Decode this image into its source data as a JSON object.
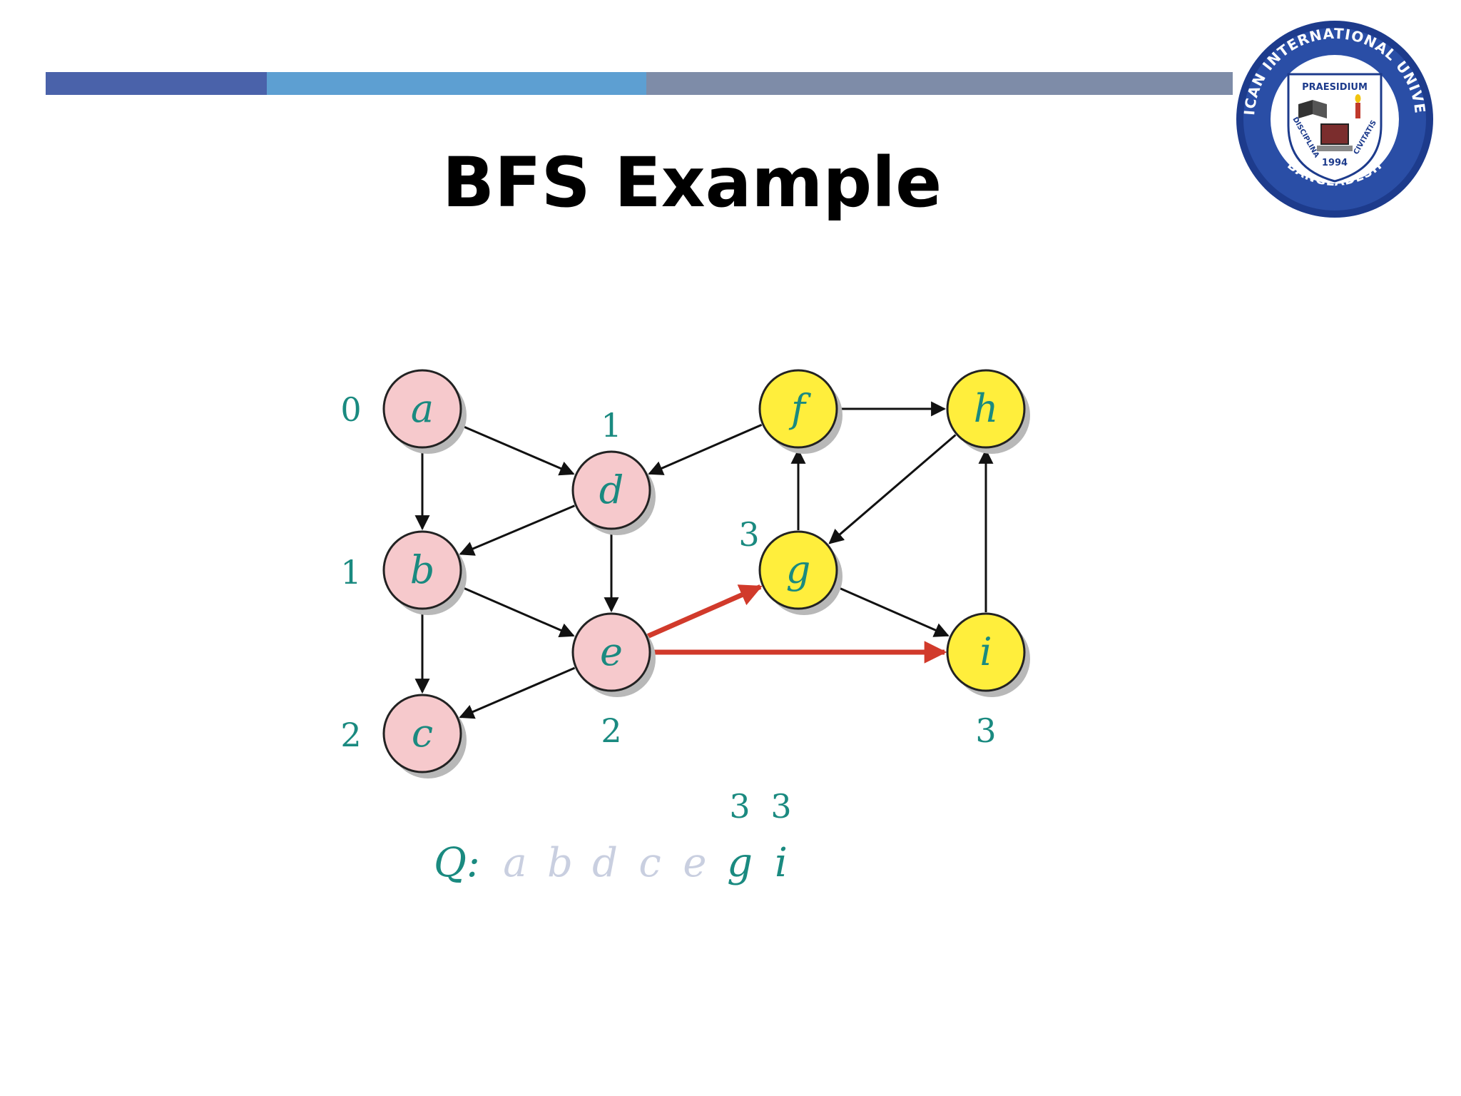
{
  "slide": {
    "title": "BFS Example"
  },
  "colors": {
    "visited_node": "#f6c9cc",
    "frontier_node": "#ffee3c",
    "label_teal": "#1a8a80",
    "highlight_edge": "#d13a2b",
    "edge": "#111111",
    "bar_1": "#4a62aa",
    "bar_2": "#5d9fd2",
    "bar_3": "#7e8ca8"
  },
  "logo": {
    "ring_text_top": "AMERICAN INTERNATIONAL UNIVERSITY",
    "ring_text_bottom": "BANGLADESH",
    "motto_top": "PRAESIDIUM",
    "motto_left": "DISCIPLINA",
    "motto_right": "CIVITATIS",
    "year": "1994"
  },
  "graph": {
    "nodes": [
      {
        "id": "a",
        "label": "a",
        "state": "visited",
        "distance": "0"
      },
      {
        "id": "b",
        "label": "b",
        "state": "visited",
        "distance": "1"
      },
      {
        "id": "c",
        "label": "c",
        "state": "visited",
        "distance": "2"
      },
      {
        "id": "d",
        "label": "d",
        "state": "visited",
        "distance": "1"
      },
      {
        "id": "e",
        "label": "e",
        "state": "visited",
        "distance": "2"
      },
      {
        "id": "f",
        "label": "f",
        "state": "frontier",
        "distance": ""
      },
      {
        "id": "g",
        "label": "g",
        "state": "frontier",
        "distance": "3"
      },
      {
        "id": "h",
        "label": "h",
        "state": "frontier",
        "distance": ""
      },
      {
        "id": "i",
        "label": "i",
        "state": "frontier",
        "distance": "3"
      }
    ],
    "edges": [
      {
        "from": "a",
        "to": "d",
        "highlight": false
      },
      {
        "from": "a",
        "to": "b",
        "highlight": false
      },
      {
        "from": "f",
        "to": "d",
        "highlight": false
      },
      {
        "from": "f",
        "to": "h",
        "highlight": false
      },
      {
        "from": "d",
        "to": "b",
        "highlight": false
      },
      {
        "from": "d",
        "to": "e",
        "highlight": false
      },
      {
        "from": "b",
        "to": "e",
        "highlight": false
      },
      {
        "from": "b",
        "to": "c",
        "highlight": false
      },
      {
        "from": "e",
        "to": "c",
        "highlight": false
      },
      {
        "from": "g",
        "to": "f",
        "highlight": false
      },
      {
        "from": "h",
        "to": "g",
        "highlight": false
      },
      {
        "from": "g",
        "to": "i",
        "highlight": false
      },
      {
        "from": "i",
        "to": "h",
        "highlight": false
      },
      {
        "from": "e",
        "to": "g",
        "highlight": true
      },
      {
        "from": "e",
        "to": "i",
        "highlight": true
      }
    ]
  },
  "queue": {
    "label": "Q:",
    "dequeued": [
      "a",
      "b",
      "d",
      "c",
      "e"
    ],
    "active": [
      {
        "label": "g",
        "distance": "3"
      },
      {
        "label": "i",
        "distance": "3"
      }
    ]
  }
}
